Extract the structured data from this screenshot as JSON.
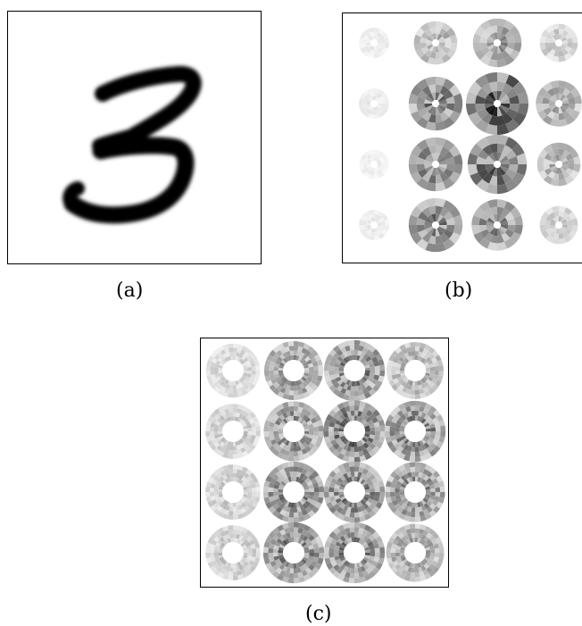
{
  "panels": [
    {
      "id": "a",
      "caption": "(a)",
      "content": "handwritten-digit-3"
    },
    {
      "id": "b",
      "caption": "(b)",
      "content": "polar-filter-grid-coarse"
    },
    {
      "id": "c",
      "caption": "(c)",
      "content": "polar-filter-grid-fine"
    }
  ],
  "grid": {
    "rows": 4,
    "cols": 4,
    "b_intensity": [
      [
        0.1,
        0.35,
        0.45,
        0.25
      ],
      [
        0.1,
        0.55,
        0.75,
        0.4
      ],
      [
        0.08,
        0.55,
        0.65,
        0.35
      ],
      [
        0.1,
        0.55,
        0.5,
        0.25
      ]
    ],
    "c_intensity": [
      [
        0.2,
        0.45,
        0.55,
        0.35
      ],
      [
        0.25,
        0.5,
        0.6,
        0.55
      ],
      [
        0.25,
        0.55,
        0.55,
        0.5
      ],
      [
        0.25,
        0.55,
        0.55,
        0.4
      ]
    ]
  },
  "colors": {
    "ink": "#000000",
    "background": "#ffffff"
  }
}
